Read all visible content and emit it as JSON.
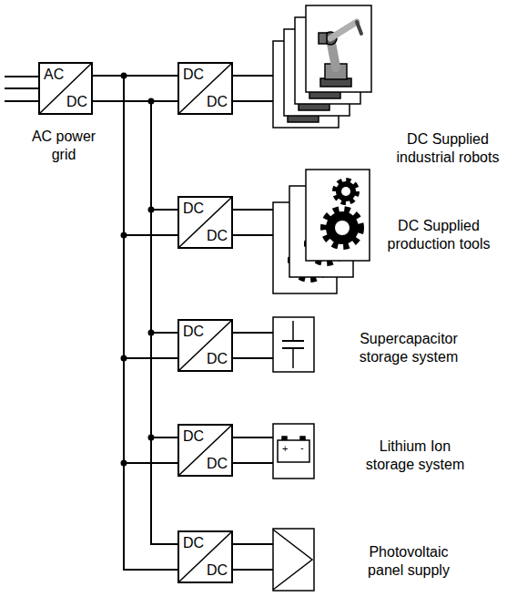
{
  "diagram": {
    "nodes": [
      {
        "text": [
          "AC",
          "DC"
        ]
      },
      {
        "text": [
          "DC",
          "DC"
        ]
      },
      {
        "text": [
          "DC",
          "DC"
        ]
      },
      {
        "text": [
          "DC",
          "DC"
        ]
      },
      {
        "text": [
          "DC",
          "DC"
        ]
      },
      {
        "text": [
          "DC",
          "DC"
        ]
      }
    ],
    "edges": [
      {
        "from": 0,
        "to": 1,
        "arrow": "none"
      },
      {
        "from": 0,
        "to": 2,
        "arrow": "none"
      },
      {
        "from": 0,
        "to": 3,
        "arrow": "none"
      },
      {
        "from": 0,
        "to": 4,
        "arrow": "none"
      },
      {
        "from": 0,
        "to": 5,
        "arrow": "none"
      }
    ],
    "labels": [
      "AC power grid",
      "DC Supplied industrial robots",
      "DC Supplied production tools",
      "Supercapacitor storage system",
      "+",
      "-",
      "Lithium Ion storage system",
      "Photovoltaic panel supply"
    ]
  }
}
